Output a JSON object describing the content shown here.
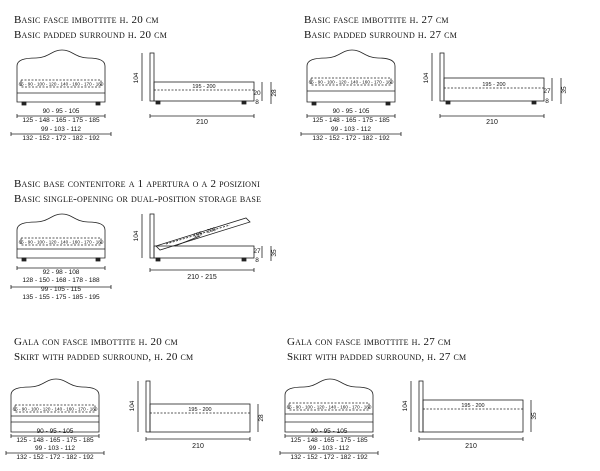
{
  "sections": [
    {
      "id": "s1",
      "title_it": "Basic fasce imbottite h. 20 cm",
      "title_en": "Basic padded surround h. 20 cm",
      "inner_dims": "85 - 90 - 100 - 120 - 140 - 160 - 170 - 180",
      "mattress": "195 - 200",
      "length": "210",
      "height": "104",
      "right_top": "20",
      "right_bottom": "8",
      "right_side": "28",
      "w1": "90 - 95 - 105",
      "w1b": "125 - 148 - 165 - 175 - 185",
      "w2": "99 - 103 - 112",
      "w2b": "132 - 152 - 172 - 182 - 192"
    },
    {
      "id": "s2",
      "title_it": "Basic fasce imbottite h. 27 cm",
      "title_en": "Basic padded surround h. 27 cm",
      "inner_dims": "85 - 90 - 100 - 120 - 140 - 160 - 170 - 180",
      "mattress": "195 - 200",
      "length": "210",
      "height": "104",
      "right_top": "27",
      "right_bottom": "8",
      "right_side": "35",
      "w1": "90 - 95 - 105",
      "w1b": "125 - 148 - 165 - 175 - 185",
      "w2": "99 - 103 - 112",
      "w2b": "132 - 152 - 172 - 182 - 192"
    },
    {
      "id": "s3",
      "title_it": "Basic base contenitore a 1 apertura o a 2 posizioni",
      "title_en": "Basic single-opening or dual-position storage base",
      "inner_dims": "85 - 90 - 100 - 120 - 140 - 160 - 170 - 180",
      "mattress": "195 - 200",
      "length": "210 - 215",
      "height": "104",
      "right_top": "27",
      "right_bottom": "8",
      "right_side": "35",
      "w1": "92 - 98 - 108",
      "w1b": "128 - 150 - 168 - 178 - 188",
      "w2": "99 - 105 - 115",
      "w2b": "135 - 155 - 175 - 185 - 195"
    },
    {
      "id": "s4",
      "title_it": "Gala con fasce imbottite h. 20 cm",
      "title_en": "Skirt with padded surround, h. 20 cm",
      "inner_dims": "85 - 90 - 100 - 120 - 140 - 160 - 170 - 180",
      "mattress": "195 - 200",
      "length": "210",
      "height": "104",
      "right_side": "28",
      "w1": "90 - 95 - 105",
      "w1b": "125 - 148 - 165 - 175 - 185",
      "w2": "99 - 103 - 112",
      "w2b": "132 - 152 - 172 - 182 - 192"
    },
    {
      "id": "s5",
      "title_it": "Gala con fasce imbottite h. 27 cm",
      "title_en": "Skirt with padded surround, h. 27 cm",
      "inner_dims": "85 - 90 - 100 - 120 - 140 - 160 - 170 - 180",
      "mattress": "195 - 200",
      "length": "210",
      "height": "104",
      "right_side": "35",
      "w1": "90 - 95 - 105",
      "w1b": "125 - 148 - 165 - 175 - 185",
      "w2": "99 - 103 - 112",
      "w2b": "132 - 152 - 172 - 182 - 192"
    }
  ]
}
